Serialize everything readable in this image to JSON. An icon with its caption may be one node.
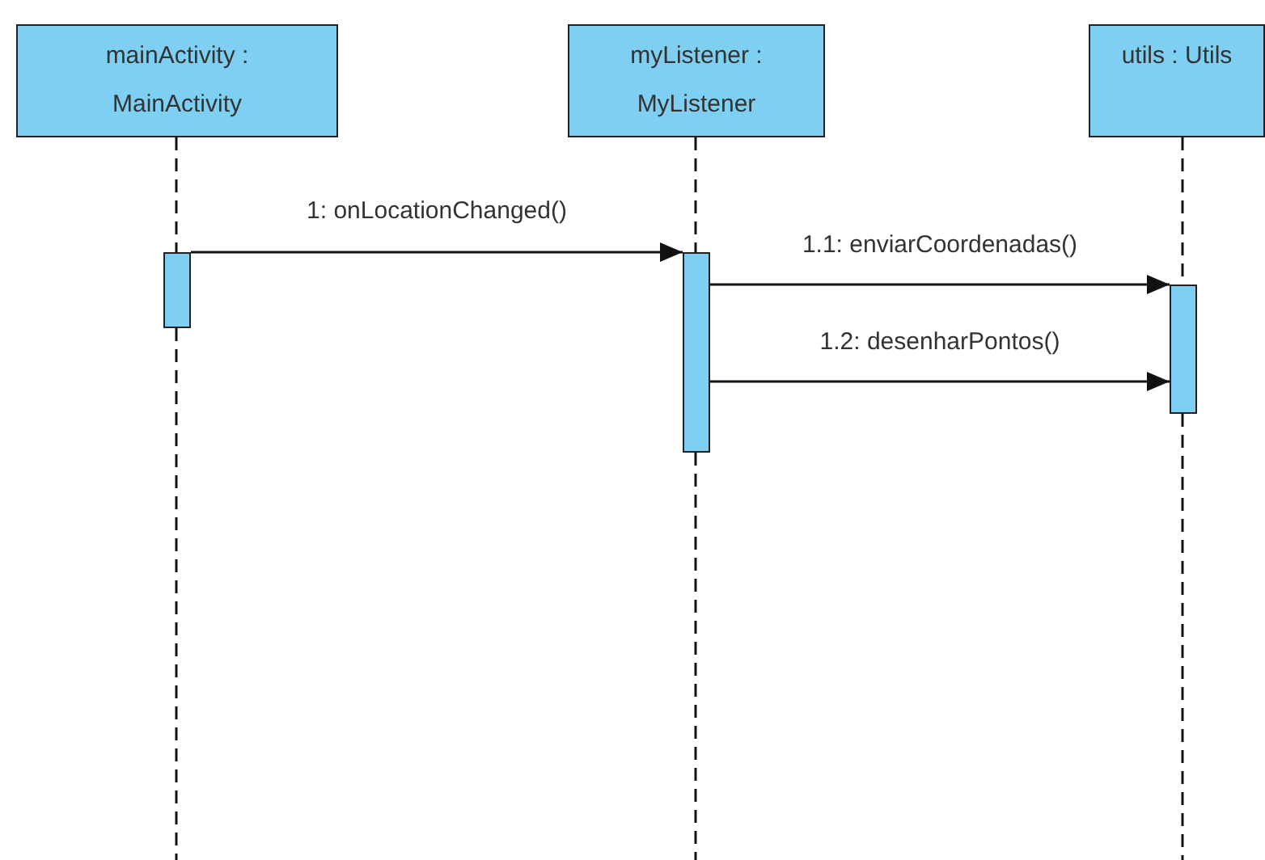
{
  "diagram": {
    "nodes": [
      {
        "text": [
          "mainActivity : MainActivity"
        ]
      },
      {
        "text": [
          "myListener : MyListener"
        ]
      },
      {
        "text": [
          "utils : Utils"
        ]
      },
      {
        "text": [],
        "shape": "bar"
      },
      {
        "text": [],
        "shape": "bar"
      },
      {
        "text": [],
        "shape": "bar"
      }
    ],
    "edges": [
      {
        "from": 3,
        "to": 4,
        "arrow": "to",
        "label": "1: onLocationChanged()"
      },
      {
        "from": 4,
        "to": 5,
        "arrow": "to",
        "label": "1.1: enviarCoordenadas()"
      },
      {
        "from": 4,
        "to": 5,
        "arrow": "to",
        "label": "1.2: desenharPontos()"
      },
      {
        "from": 0,
        "to": 3,
        "arrow": "none",
        "style": "dashed"
      },
      {
        "from": 1,
        "to": 4,
        "arrow": "none",
        "style": "dashed"
      },
      {
        "from": 2,
        "to": 5,
        "arrow": "none",
        "style": "dashed"
      },
      {
        "from": 3,
        "to": null,
        "arrow": "none",
        "style": "dashed"
      },
      {
        "from": 4,
        "to": null,
        "arrow": "none",
        "style": "dashed"
      },
      {
        "from": 5,
        "to": null,
        "arrow": "none",
        "style": "dashed"
      }
    ]
  }
}
